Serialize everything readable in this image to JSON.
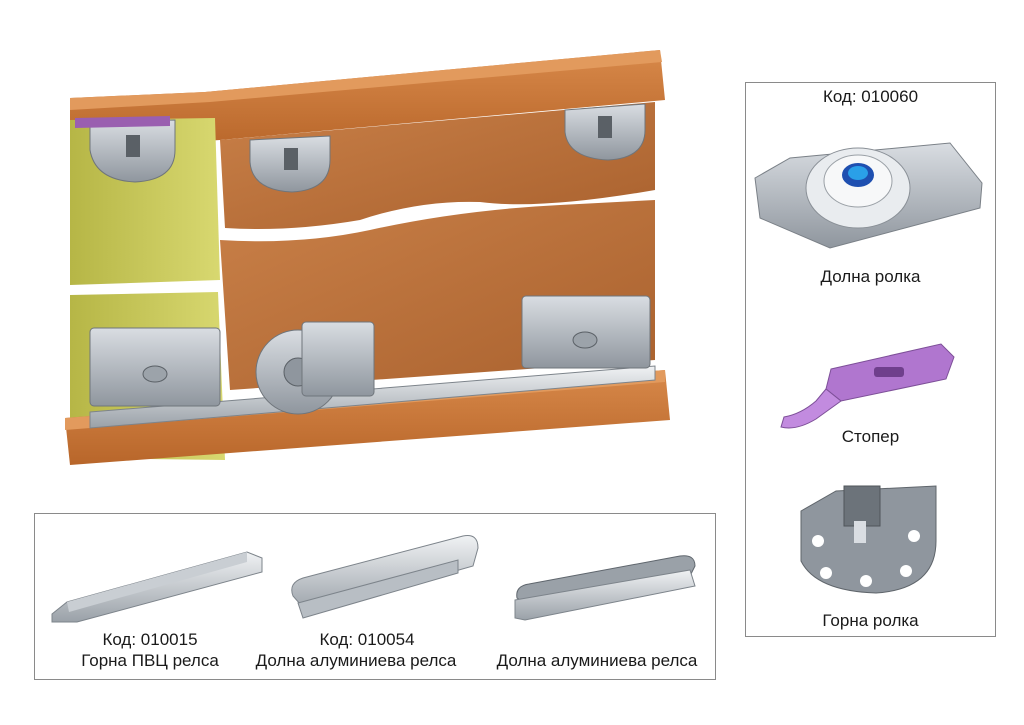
{
  "right_panel": {
    "code": "Код: 010060",
    "lower_roller": "Долна ролка",
    "stopper": "Стопер",
    "upper_roller": "Горна ролка"
  },
  "bottom_panel": {
    "rail1_code": "Код: 010015",
    "rail1_name": "Горна ПВЦ релса",
    "rail2_code": "Код: 010054",
    "rail2_name": "Долна алуминиева релса",
    "rail3_name": "Долна алуминиева релса"
  }
}
